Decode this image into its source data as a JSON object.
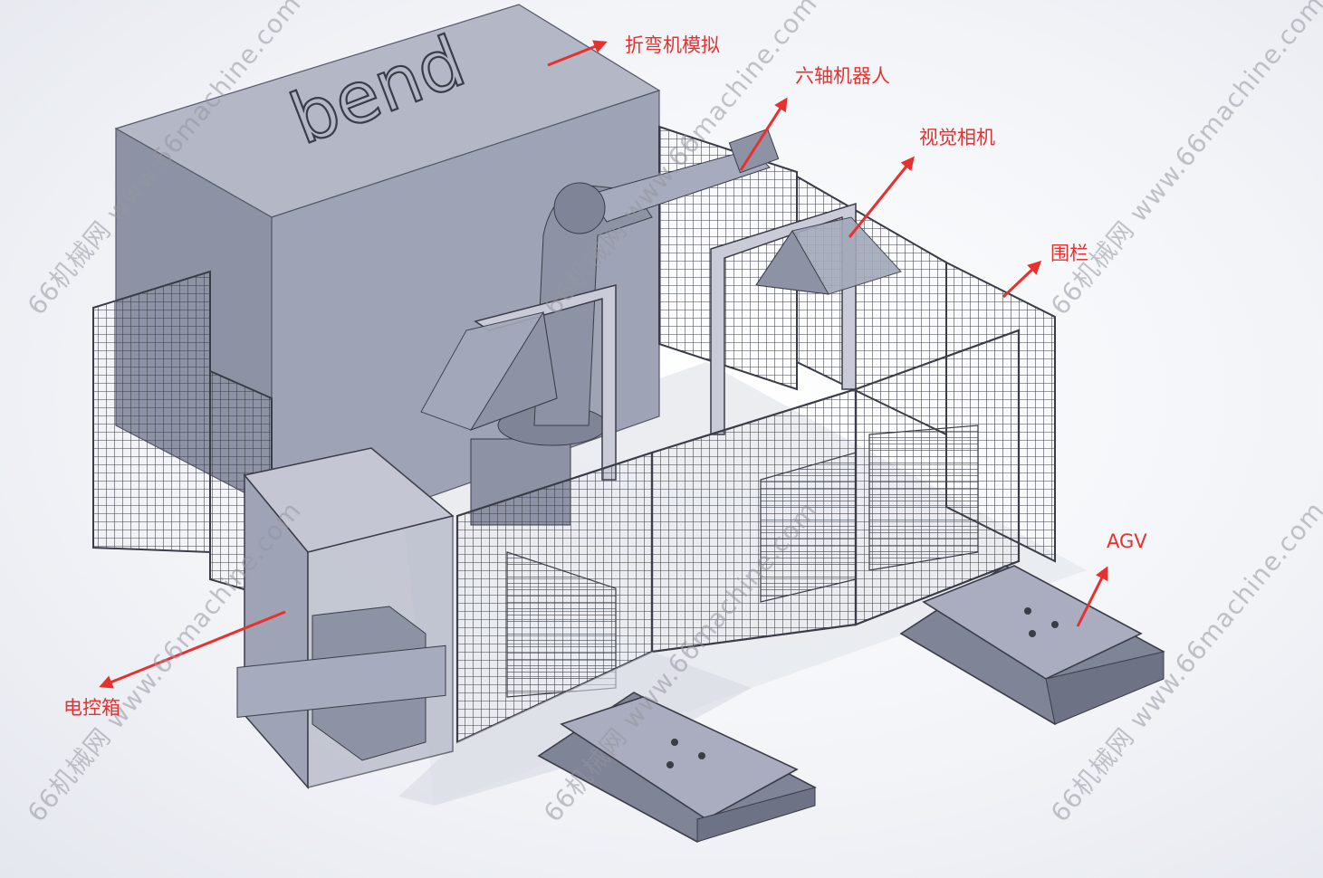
{
  "machine_logo": "bend",
  "callouts": {
    "press_brake": "折弯机模拟",
    "six_axis_robot": "六轴机器人",
    "vision_camera": "视觉相机",
    "fence": "围栏",
    "agv": "AGV",
    "control_cabinet": "电控箱"
  },
  "watermark": "66机械网 www.66machine.com",
  "colors": {
    "callout": "#e8302f",
    "body": "#9da2b5",
    "body_dark": "#7f8497",
    "body_light": "#b9bdcc",
    "fence_line": "#3a3d47",
    "arrow": "#e8302f"
  }
}
